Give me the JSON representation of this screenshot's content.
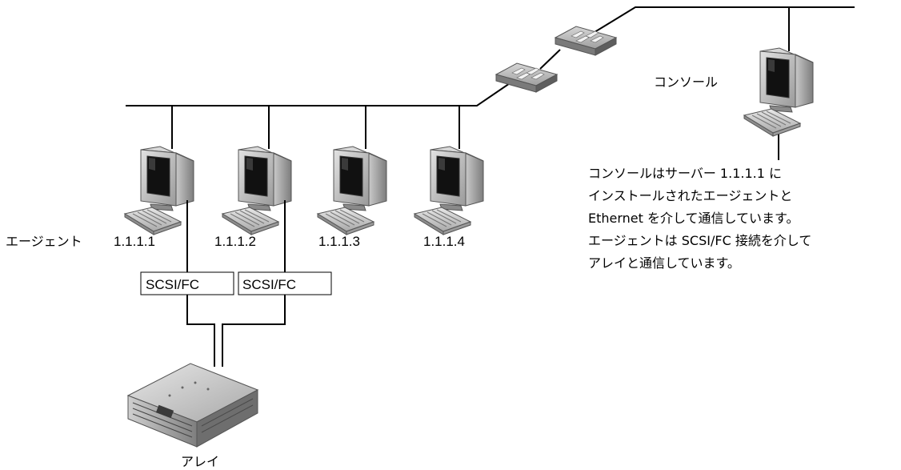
{
  "hosts": [
    {
      "ip": "1.1.1.1",
      "prefix": "エージェント"
    },
    {
      "ip": "1.1.1.2"
    },
    {
      "ip": "1.1.1.3"
    },
    {
      "ip": "1.1.1.4"
    }
  ],
  "connections": [
    {
      "label": "SCSI/FC"
    },
    {
      "label": "SCSI/FC"
    }
  ],
  "console": {
    "label": "コンソール"
  },
  "array": {
    "label": "アレイ"
  },
  "description": [
    "コンソールはサーバー 1.1.1.1 に",
    "インストールされたエージェントと",
    "Ethernet を介して通信しています。",
    "エージェントは SCSI/FC 接続を介して",
    "アレイと通信しています。"
  ]
}
